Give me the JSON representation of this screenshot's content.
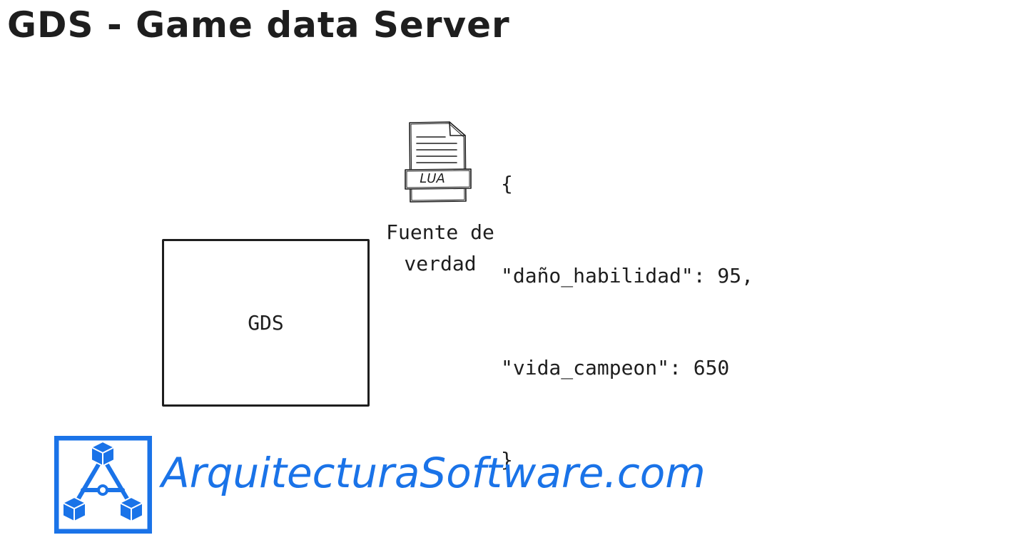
{
  "title": "GDS - Game data Server",
  "gds_box": {
    "label": "GDS"
  },
  "source_document": {
    "icon": "lua-document-icon",
    "badge": "LUA",
    "label_lines": [
      "Fuente de",
      "verdad"
    ]
  },
  "json_snippet": {
    "lines": [
      "{",
      "\"daño_habilidad\": 95,",
      "\"vida_campeon\": 650",
      "}"
    ]
  },
  "branding": {
    "text": "ArquitecturaSoftware.com",
    "icon": "architecture-logo-icon",
    "color": "#1a73e8"
  }
}
